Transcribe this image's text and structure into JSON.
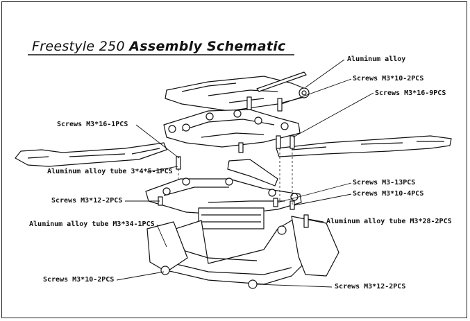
{
  "title": {
    "main": "Freestyle 250",
    "emphasis": "Assembly Schematic"
  },
  "labels": {
    "aluminum_alloy": "Aluminum alloy",
    "screws_m3x10_2_top": "Screws M3*10-2PCS",
    "screws_m3x16_9": "Screws M3*16-9PCS",
    "screws_m3x16_1": "Screws M3*16-1PCS",
    "alu_tube_3x4x5": "Aluminum alloy tube 3*4*5-1PCS",
    "screws_m3x12_2_left": "Screws M3*12-2PCS",
    "screws_m3_13": "Screws M3-13PCS",
    "screws_m3x10_4": "Screws M3*10-4PCS",
    "alu_tube_m3x34": "Aluminum alloy tube M3*34-1PCS",
    "alu_tube_m3x28": "Aluminum alloy tube M3*28-2PCS",
    "screws_m3x10_2_bottom": "Screws M3*10-2PCS",
    "screws_m3x12_2_bottom": "Screws M3*12-2PCS"
  }
}
